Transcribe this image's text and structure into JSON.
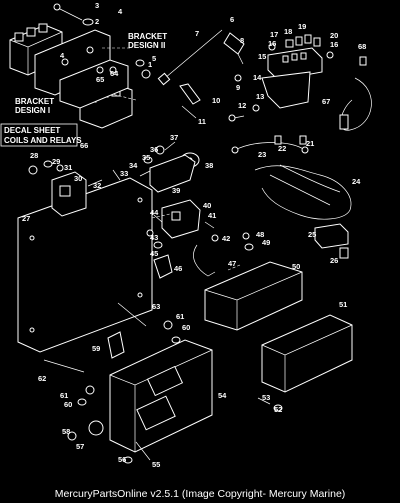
{
  "labels": {
    "bracket_design_ii": [
      "BRACKET",
      "DESIGN II"
    ],
    "bracket_design_i": [
      "BRACKET",
      "DESIGN I"
    ],
    "decal_sheet": [
      "DECAL SHEET",
      "COILS AND RELAYS"
    ]
  },
  "part_numbers": [
    "1",
    "2",
    "3",
    "4",
    "5",
    "6",
    "7",
    "8",
    "9",
    "10",
    "11",
    "12",
    "13",
    "14",
    "15",
    "16",
    "17",
    "18",
    "19",
    "20",
    "21",
    "22",
    "23",
    "24",
    "25",
    "26",
    "27",
    "28",
    "29",
    "30",
    "31",
    "32",
    "33",
    "34",
    "35",
    "36",
    "37",
    "38",
    "39",
    "40",
    "41",
    "42",
    "43",
    "44",
    "45",
    "46",
    "47",
    "48",
    "49",
    "50",
    "51",
    "52",
    "53",
    "54",
    "55",
    "56",
    "57",
    "58",
    "59",
    "60",
    "61",
    "62",
    "63",
    "64",
    "65",
    "66",
    "67",
    "68"
  ],
  "caption": "MercuryPartsOnline v2.5.1 (Image Copyright- Mercury Marine)"
}
